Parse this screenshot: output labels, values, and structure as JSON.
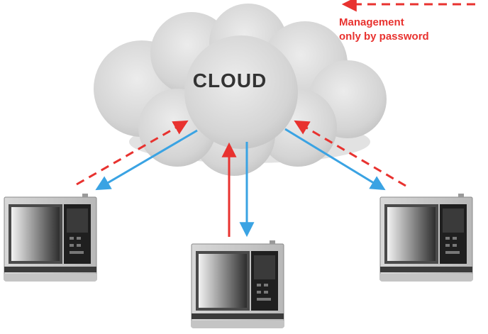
{
  "legend": {
    "line1": "Management",
    "line2": "only by password",
    "color": "#e8322f"
  },
  "cloud": {
    "label": "CLOUD"
  },
  "colors": {
    "management_arrow": "#e8322f",
    "data_arrow": "#3aa3e3",
    "cloud_fill": "#d7d7d7"
  },
  "ovens": [
    {
      "name": "oven-left",
      "icon": "combi-oven-icon"
    },
    {
      "name": "oven-center",
      "icon": "combi-oven-icon"
    },
    {
      "name": "oven-right",
      "icon": "combi-oven-icon"
    }
  ]
}
